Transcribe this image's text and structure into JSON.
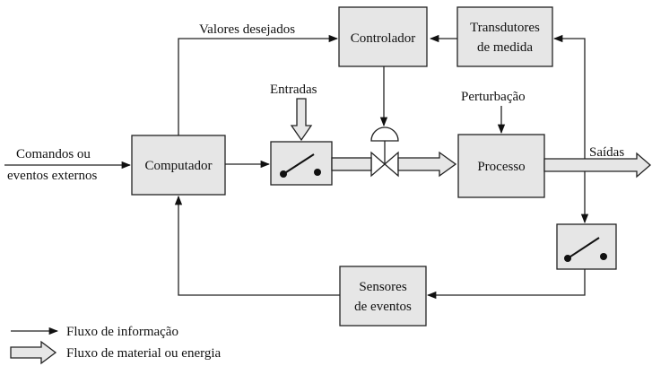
{
  "blocks": {
    "controlador": "Controlador",
    "transdutores_line1": "Transdutores",
    "transdutores_line2": "de medida",
    "computador": "Computador",
    "processo": "Processo",
    "sensores_line1": "Sensores",
    "sensores_line2": "de eventos"
  },
  "labels": {
    "valores_desejados": "Valores desejados",
    "entradas": "Entradas",
    "perturbacao": "Perturbação",
    "comandos_line1": "Comandos ou",
    "comandos_line2": "eventos externos",
    "saidas": "Saídas"
  },
  "legend": {
    "info": "Fluxo de informação",
    "material": "Fluxo de material ou energia"
  }
}
